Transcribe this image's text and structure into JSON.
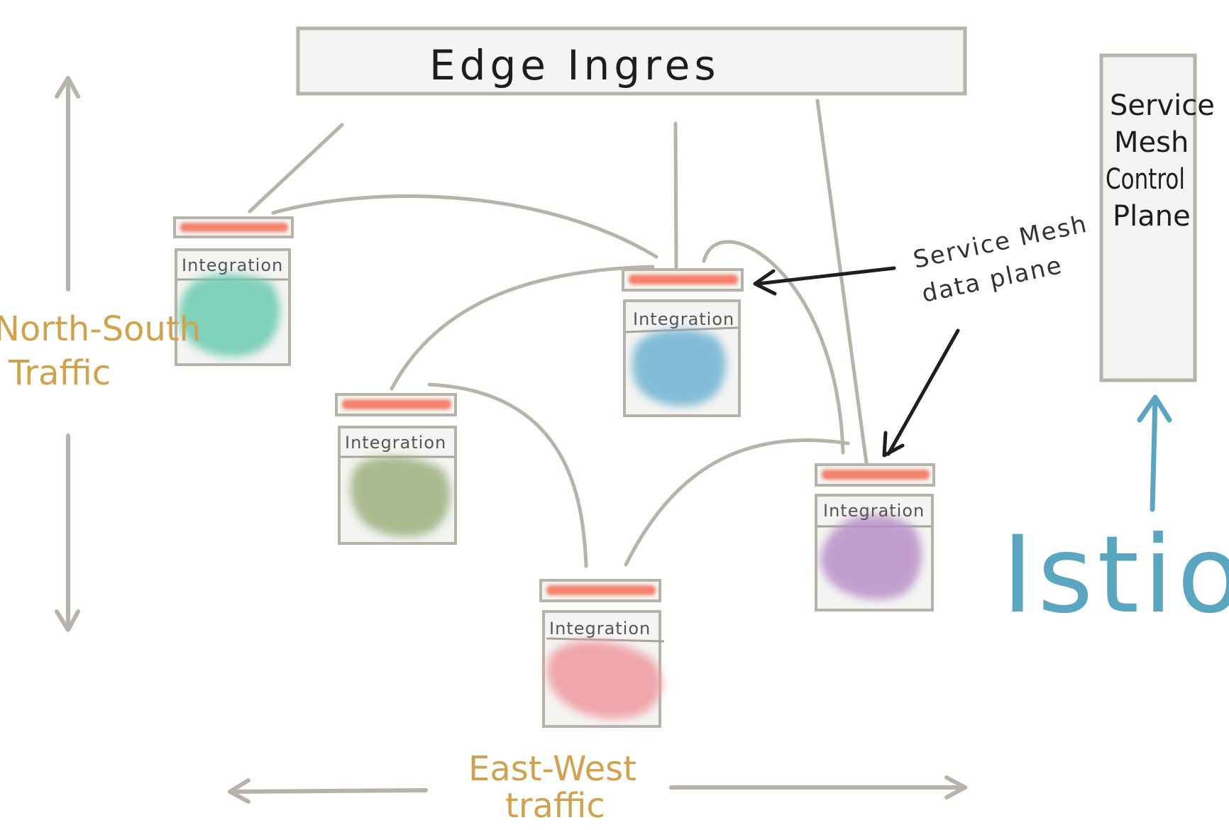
{
  "colors": {
    "line": "#b8b3aa",
    "box_fill": "#f4f4f2",
    "proxy_bar": "#f4826e",
    "traffic_label": "#d1a24e",
    "istio": "#5aa6c0",
    "arrow_dark": "#1e1e1e"
  },
  "edge_ingress": {
    "label": "Edge Ingres"
  },
  "control_plane": {
    "lines": [
      "Service",
      "Mesh",
      "Control",
      "Plane"
    ]
  },
  "data_plane_annotation": {
    "lines": [
      "Service Mesh",
      "data plane"
    ]
  },
  "istio": {
    "label": "Istio",
    "icon": "arrow-up-icon"
  },
  "north_south": {
    "lines": [
      "North-South",
      "Traffic"
    ],
    "icon": "double-arrow-vertical-icon"
  },
  "east_west": {
    "lines": [
      "East-West",
      "traffic"
    ],
    "icon": "double-arrow-horizontal-icon"
  },
  "services": [
    {
      "label": "Integration",
      "blob_color": "#6ccbb0"
    },
    {
      "label": "Integration",
      "blob_color": "#6fb3d3"
    },
    {
      "label": "Integration",
      "blob_color": "#9cb07e"
    },
    {
      "label": "Integration",
      "blob_color": "#b890c8"
    },
    {
      "label": "Integration",
      "blob_color": "#ef9aa0"
    }
  ]
}
